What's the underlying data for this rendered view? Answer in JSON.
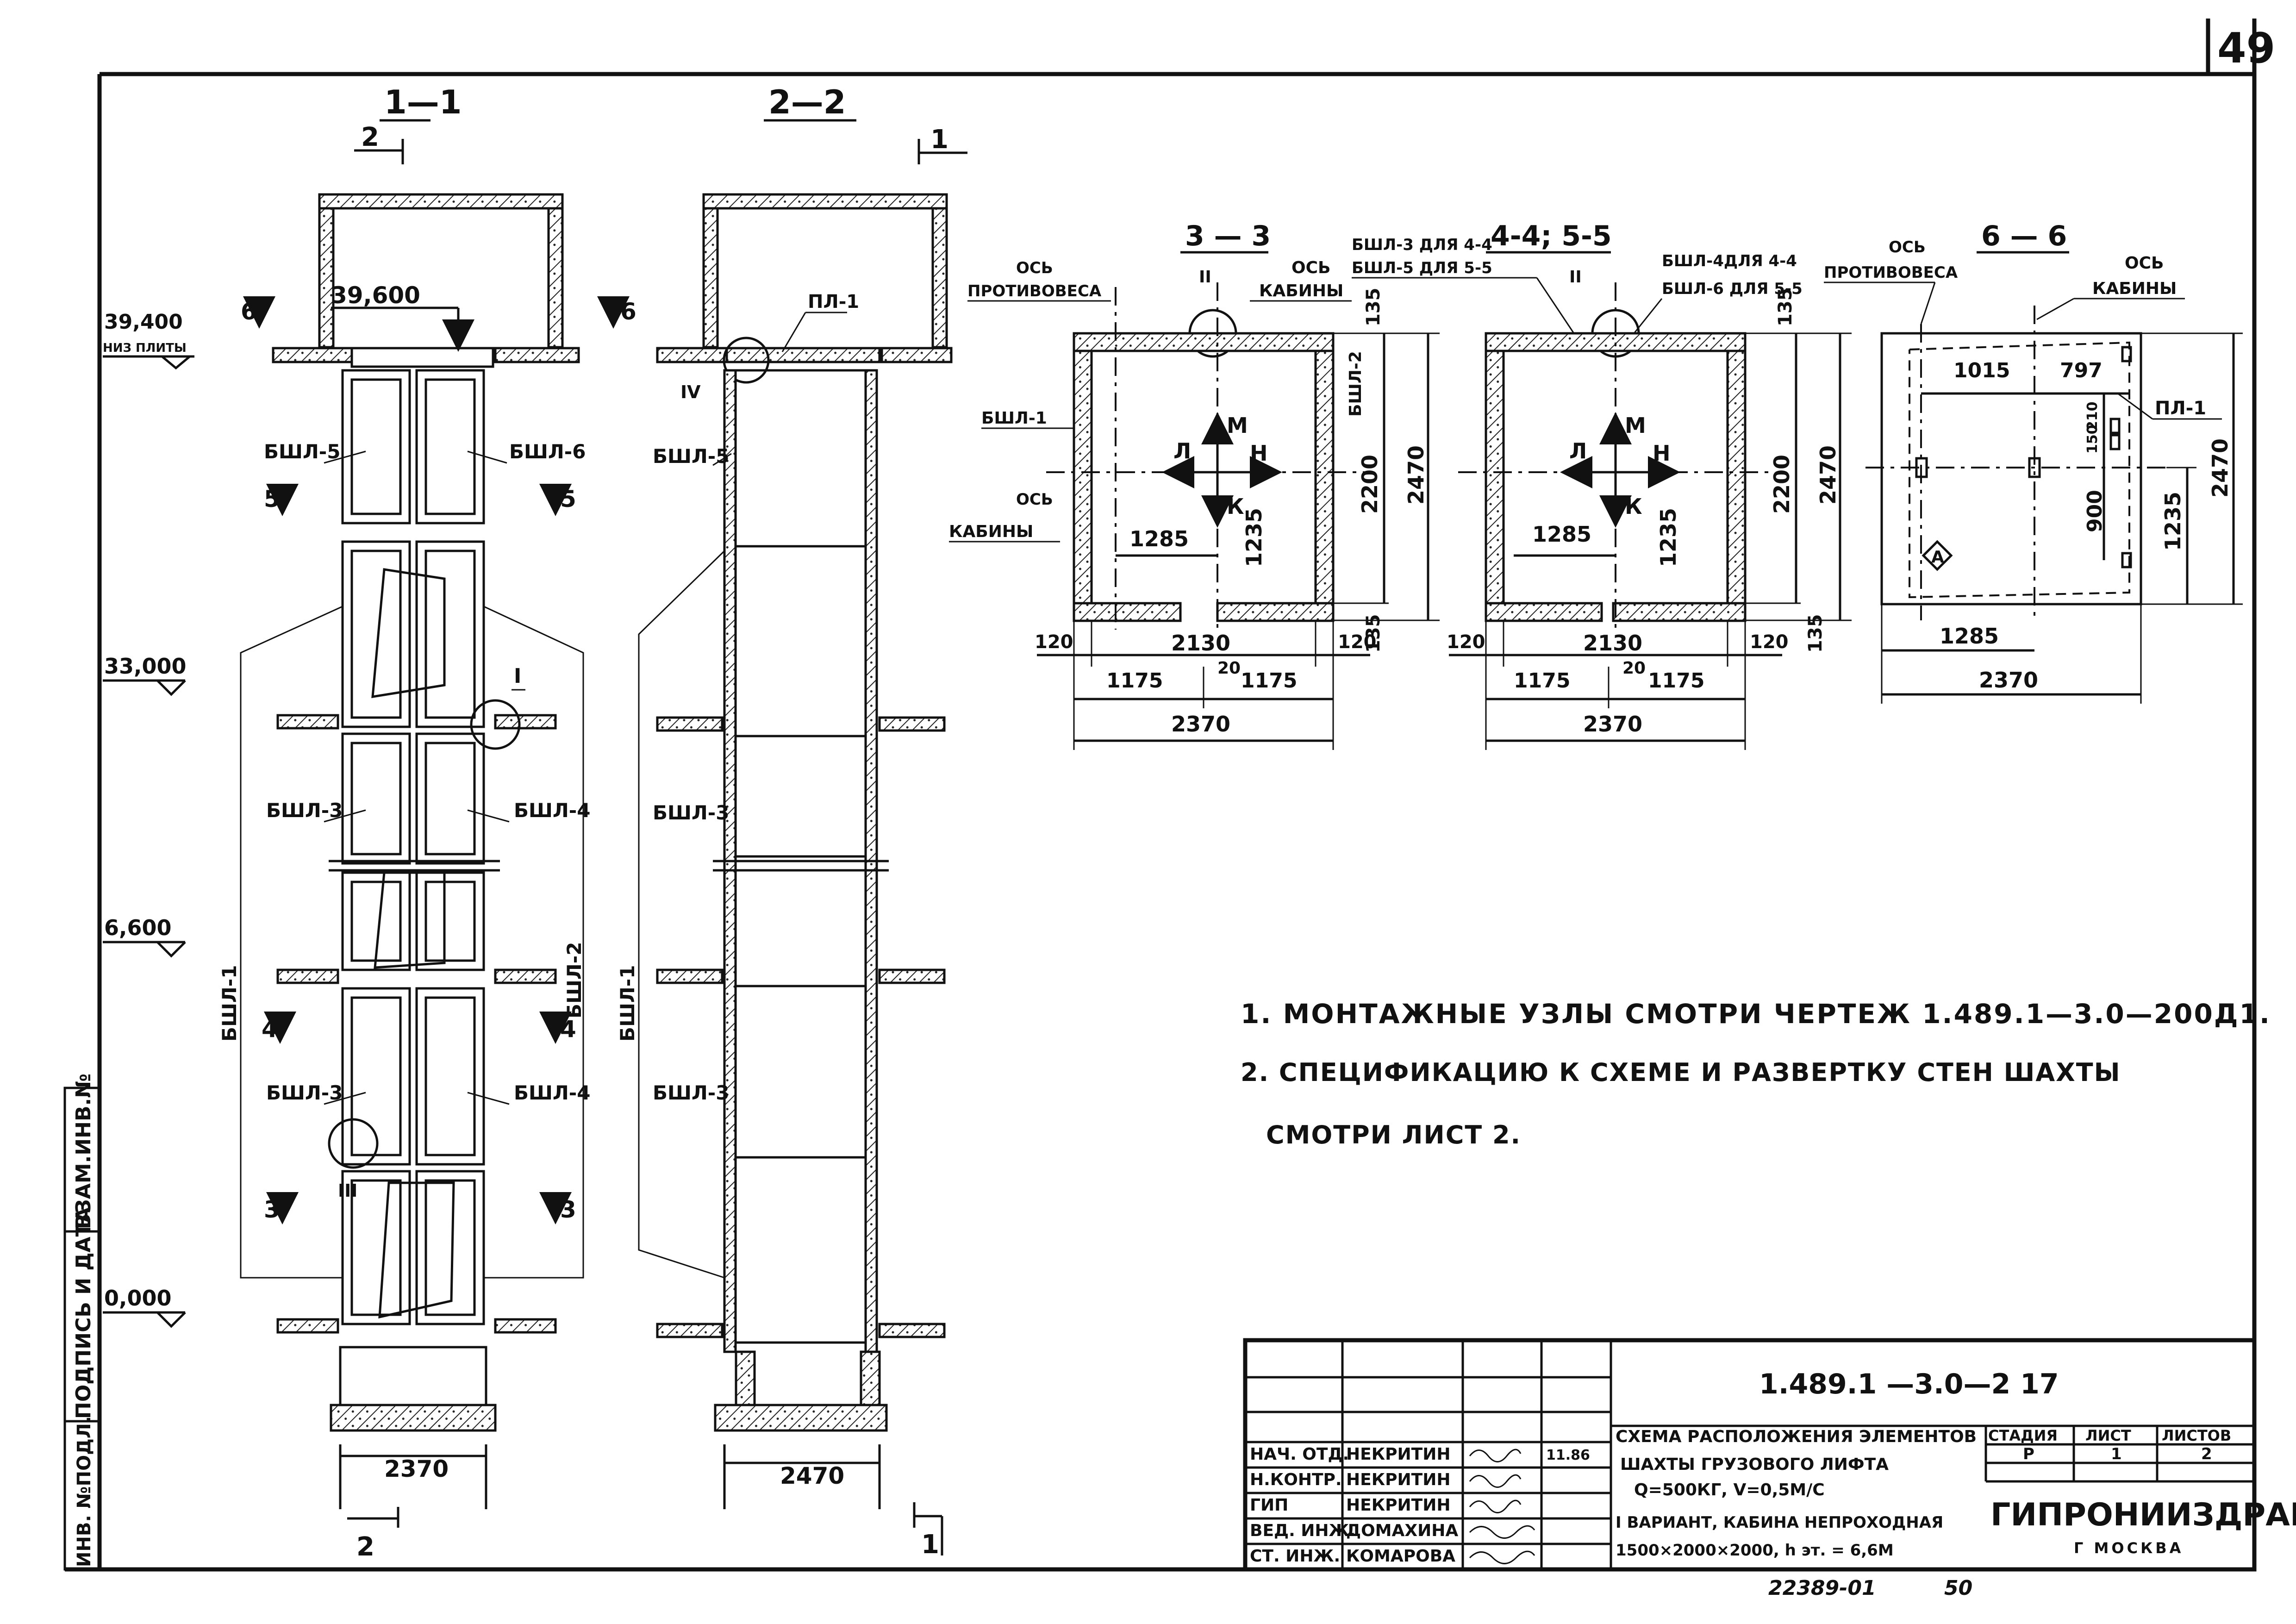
{
  "sheet": {
    "page_number": "49",
    "bottom_number": "22389-01",
    "bottom_number2": "50"
  },
  "section_1_1": {
    "title": "1—1",
    "cut_mark_top": "2",
    "cut_mark_bottom": "2",
    "level_top": "39,400",
    "level_top_note": "НИЗ ПЛИТЫ",
    "level_slab": "39,600",
    "level_33": "33,000",
    "level_6": "6,600",
    "level_0": "0,000",
    "cut_6": "6",
    "cut_5": "5",
    "cut_4": "4",
    "cut_3": "3",
    "node_1": "I",
    "node_3": "III",
    "labels": [
      "БШЛ-5",
      "БШЛ-6",
      "БШЛ-3",
      "БШЛ-4",
      "БШЛ-1",
      "БШЛ-2",
      "БШЛ-3",
      "БШЛ-4"
    ],
    "width_dim": "2370"
  },
  "section_2_2": {
    "title": "2—2",
    "cut_mark_top": "1",
    "cut_mark_bottom": "1",
    "pl": "ПЛ-1",
    "node_4": "IV",
    "labels": [
      "БШЛ-5",
      "БШЛ-3",
      "БШЛ-1",
      "БШЛ-3"
    ],
    "width_dim": "2470"
  },
  "plan_3_3": {
    "title": "3 — 3",
    "axis_cw": "ОСЬ",
    "axis_cw2": "ПРОТИВОВЕСА",
    "axis_cab": "ОСЬ",
    "axis_cab2": "КАБИНЫ",
    "axis_cab_left": "ОСЬ",
    "axis_cab_left2": "КАБИНЫ",
    "node_2": "II",
    "bshl1": "БШЛ-1",
    "bshl2": "БШЛ-2",
    "dir_l": "Л",
    "dir_m": "М",
    "dir_n": "Н",
    "dir_k": "К",
    "dims": {
      "d135": "135",
      "d135b": "135",
      "d2200": "2200",
      "d2470": "2470",
      "d1285": "1285",
      "d1235": "1235",
      "d120a": "120",
      "d2130": "2130",
      "d120b": "120",
      "d1175a": "1175",
      "d20": "20",
      "d1175b": "1175",
      "d2370": "2370"
    }
  },
  "plan_4_4": {
    "title": "4-4; 5-5",
    "label_a1": "БШЛ-3 ДЛЯ 4-4",
    "label_a2": "БШЛ-5 ДЛЯ 5-5",
    "label_b1": "БШЛ-4ДЛЯ 4-4",
    "label_b2": "БШЛ-6 ДЛЯ 5-5",
    "node_2": "II",
    "dir_l": "Л",
    "dir_m": "М",
    "dir_n": "Н",
    "dir_k": "К",
    "dims": {
      "d135": "135",
      "d135b": "135",
      "d2200": "2200",
      "d2470": "2470",
      "d1285": "1285",
      "d1235": "1235",
      "d120a": "120",
      "d2130": "2130",
      "d120b": "120",
      "d1175a": "1175",
      "d20": "20",
      "d1175b": "1175",
      "d2370": "2370"
    }
  },
  "plan_6_6": {
    "title": "6 — 6",
    "axis_cw": "ОСЬ",
    "axis_cw2": "ПРОТИВОВЕСА",
    "axis_cab": "ОСЬ",
    "axis_cab2": "КАБИНЫ",
    "pl": "ПЛ-1",
    "mark_a": "А",
    "dims": {
      "d1015": "1015",
      "d797": "797",
      "d150": "150",
      "d210": "210",
      "d900": "900",
      "d1235": "1235",
      "d2470": "2470",
      "d1285": "1285",
      "d2370": "2370"
    }
  },
  "notes": [
    "1. МОНТАЖНЫЕ  УЗЛЫ  СМОТРИ  ЧЕРТЕЖ  1.489.1—3.0—200Д1.",
    "2. СПЕЦИФИКАЦИЮ  К  СХЕМЕ  И РАЗВЕРТКУ СТЕН ШАХТЫ",
    "СМОТРИ  ЛИСТ 2."
  ],
  "side_stamp": {
    "inv_podl": "ИНВ. №ПОДЛ.",
    "podpis": "ПОДПИСЬ И ДАТА",
    "vzam": "ВЗАМ.ИНВ.№"
  },
  "title_block": {
    "code": "1.489.1 —3.0—2 17",
    "rows": [
      {
        "role": "НАЧ. ОТД.",
        "name": "НЕКРИТИН",
        "date": "11.86"
      },
      {
        "role": "Н.КОНТР.",
        "name": "НЕКРИТИН",
        "date": ""
      },
      {
        "role": "ГИП",
        "name": "НЕКРИТИН",
        "date": ""
      },
      {
        "role": "ВЕД. ИНЖ.",
        "name": "ДОМАХИНА",
        "date": ""
      },
      {
        "role": "СТ. ИНЖ.",
        "name": "КОМАРОВА",
        "date": ""
      }
    ],
    "description": [
      "СХЕМА РАСПОЛОЖЕНИЯ ЭЛЕМЕНТОВ",
      "ШАХТЫ ГРУЗОВОГО ЛИФТА",
      "Q=500КГ, V=0,5М/С",
      "I ВАРИАНТ, КАБИНА НЕПРОХОДНАЯ",
      "1500×2000×2000, h эт. = 6,6М"
    ],
    "stage_h": "СТАДИЯ",
    "sheet_h": "ЛИСТ",
    "sheets_h": "ЛИСТОВ",
    "stage": "Р",
    "sheet": "1",
    "sheets": "2",
    "org": "ГИПРОНИИЗДРАВ",
    "city": "Г МОСКВА"
  }
}
